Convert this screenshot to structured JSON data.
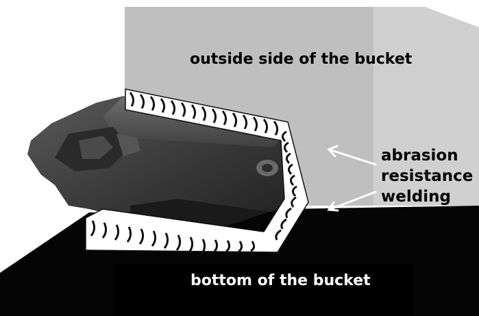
{
  "labels": {
    "outside_side": "outside side of the bucket",
    "abrasion_line1": "abrasion",
    "abrasion_line2": "resistance",
    "abrasion_line3": "welding",
    "bottom": "bottom of the bucket"
  },
  "colors": {
    "bucket_wall": "#bfbfbf",
    "bucket_wall_right": "#d2d2d2",
    "bucket_bottom": "#050505",
    "tooth_adapter": "#3a3a3a",
    "weld_bead": "#ffffff",
    "arrow": "#ffffff"
  }
}
